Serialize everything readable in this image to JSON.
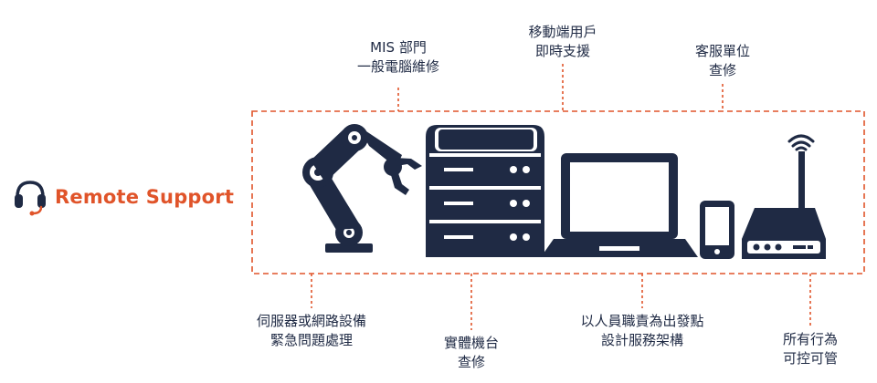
{
  "brand": {
    "label": "Remote Support",
    "icon": "headset-icon"
  },
  "colors": {
    "accent": "#e0542a",
    "navy": "#1f2a44"
  },
  "top_labels": [
    {
      "id": "mis",
      "lines": [
        "MIS 部門",
        "一般電腦維修"
      ]
    },
    {
      "id": "mobile",
      "lines": [
        "移動端用戶",
        "即時支援"
      ]
    },
    {
      "id": "customer",
      "lines": [
        "客服單位",
        "查修"
      ]
    }
  ],
  "bottom_labels": [
    {
      "id": "server-network",
      "lines": [
        "伺服器或網路設備",
        "緊急問題處理"
      ]
    },
    {
      "id": "physical",
      "lines": [
        "實體機台",
        "查修"
      ]
    },
    {
      "id": "architecture",
      "lines": [
        "以人員職責為出發點",
        "設計服務架構"
      ]
    },
    {
      "id": "control",
      "lines": [
        "所有行為",
        "可控可管"
      ]
    }
  ],
  "devices": [
    "robot-arm-icon",
    "server-rack-icon",
    "laptop-icon",
    "smartphone-icon",
    "router-icon"
  ]
}
